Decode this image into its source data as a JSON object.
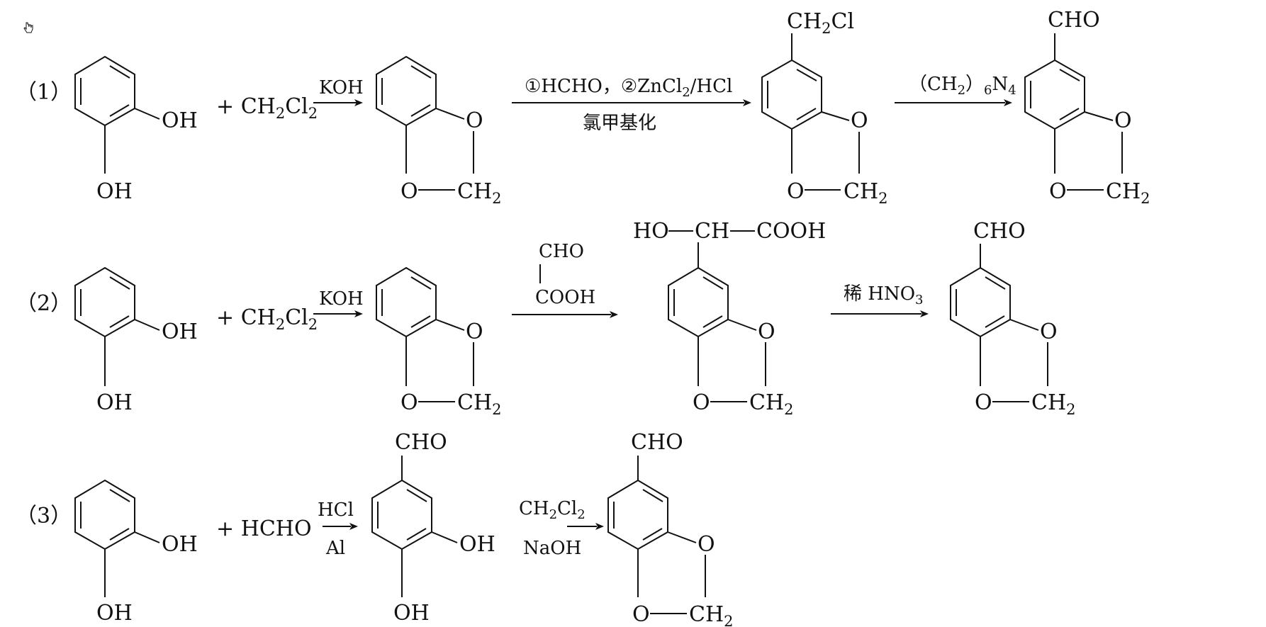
{
  "reactions": [
    {
      "number": "（1）",
      "reactant": {
        "sub1": "OH",
        "sub2": "OH"
      },
      "plus_reagent": {
        "plus": "+",
        "main": "CH",
        "s1": "2",
        "mid": "Cl",
        "s2": "2"
      },
      "arrow1": {
        "above": "KOH"
      },
      "product1": {
        "o1": "O",
        "o2": "O",
        "ch2": "CH",
        "ch2_sub": "2"
      },
      "arrow2": {
        "above_a": "①HCHO，②ZnCl",
        "above_a_sub": "2",
        "above_b": "/HCl",
        "below": "氯甲基化"
      },
      "product2": {
        "top": "CH",
        "top_sub": "2",
        "top_tail": "Cl",
        "o1": "O",
        "o2": "O",
        "ch2": "CH",
        "ch2_sub": "2"
      },
      "arrow3": {
        "above_a": "（CH",
        "above_a_sub": "2",
        "above_b": "）",
        "above_b_sub": "6",
        "above_c": "N",
        "above_c_sub": "4"
      },
      "product3": {
        "top": "CHO",
        "o1": "O",
        "o2": "O",
        "ch2": "CH",
        "ch2_sub": "2"
      }
    },
    {
      "number": "（2）",
      "reactant": {
        "sub1": "OH",
        "sub2": "OH"
      },
      "plus_reagent": {
        "plus": "+",
        "main": "CH",
        "s1": "2",
        "mid": "Cl",
        "s2": "2"
      },
      "arrow1": {
        "above": "KOH"
      },
      "product1": {
        "o1": "O",
        "o2": "O",
        "ch2": "CH",
        "ch2_sub": "2"
      },
      "arrow2": {
        "above_top": "CHO",
        "above_bottom": "COOH"
      },
      "product2": {
        "ho": "HO",
        "ch": "CH",
        "cooh": "COOH",
        "o1": "O",
        "o2": "O",
        "ch2": "CH",
        "ch2_sub": "2"
      },
      "arrow3": {
        "above_a": "稀",
        "above_b": "HNO",
        "above_b_sub": "3"
      },
      "product3": {
        "top": "CHO",
        "o1": "O",
        "o2": "O",
        "ch2": "CH",
        "ch2_sub": "2"
      }
    },
    {
      "number": "（3）",
      "reactant": {
        "sub1": "OH",
        "sub2": "OH"
      },
      "plus_reagent": {
        "plus": "+",
        "main": "HCHO"
      },
      "arrow1": {
        "above": "HCl",
        "below": "Al"
      },
      "product1": {
        "top": "CHO",
        "sub1": "OH",
        "sub2": "OH"
      },
      "arrow2": {
        "above_a": "CH",
        "above_a_sub": "2",
        "above_b": "Cl",
        "above_b_sub": "2",
        "below": "NaOH"
      },
      "product2": {
        "top": "CHO",
        "o1": "O",
        "o2": "O",
        "ch2": "CH",
        "ch2_sub": "2"
      }
    }
  ],
  "icons": {
    "corner": "hand-pointer-icon"
  }
}
